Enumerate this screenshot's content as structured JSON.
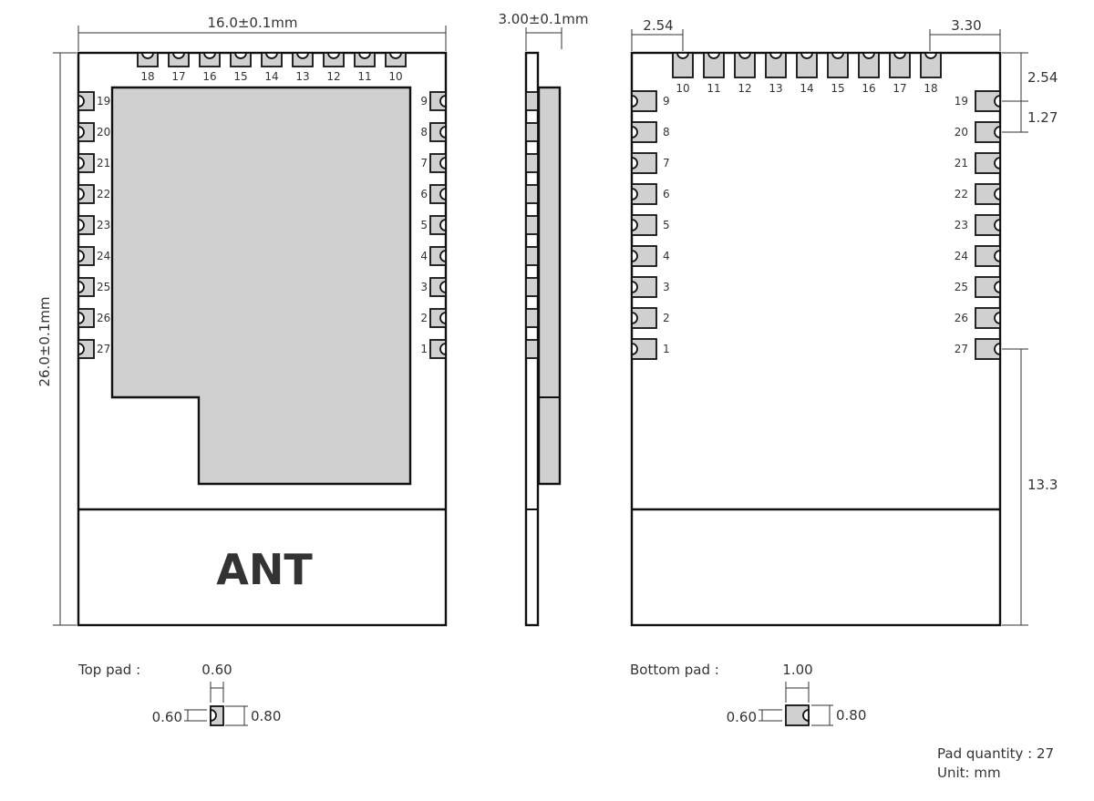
{
  "top_view": {
    "width_dim": "16.0±0.1mm",
    "height_dim": "26.0±0.1mm",
    "antenna_label": "ANT",
    "top_pins": [
      "18",
      "17",
      "16",
      "15",
      "14",
      "13",
      "12",
      "11",
      "10"
    ],
    "left_pins": [
      "19",
      "20",
      "21",
      "22",
      "23",
      "24",
      "25",
      "26",
      "27"
    ],
    "right_pins": [
      "9",
      "8",
      "7",
      "6",
      "5",
      "4",
      "3",
      "2",
      "1"
    ]
  },
  "side_view": {
    "thickness_dim": "3.00±0.1mm"
  },
  "bottom_view": {
    "dim_left_top": "2.54",
    "dim_right_top": "3.30",
    "dim_first_pitch": "2.54",
    "dim_pitch": "1.27",
    "dim_bottom": "13.3",
    "top_pins": [
      "10",
      "11",
      "12",
      "13",
      "14",
      "15",
      "16",
      "17",
      "18"
    ],
    "left_pins": [
      "9",
      "8",
      "7",
      "6",
      "5",
      "4",
      "3",
      "2",
      "1"
    ],
    "right_pins": [
      "19",
      "20",
      "21",
      "22",
      "23",
      "24",
      "25",
      "26",
      "27"
    ]
  },
  "top_pad": {
    "label": "Top pad :",
    "width": "0.60",
    "notch": "0.60",
    "height": "0.80"
  },
  "bottom_pad": {
    "label": "Bottom pad :",
    "width": "1.00",
    "notch": "0.60",
    "height": "0.80"
  },
  "notes": {
    "pad_quantity": "Pad quantity : 27",
    "unit": "Unit:  mm"
  }
}
